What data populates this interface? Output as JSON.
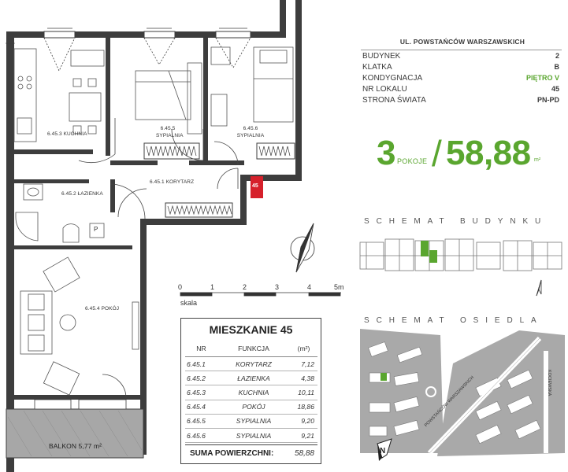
{
  "street": "UL. POWSTAŃCÓW WARSZAWSKICH",
  "info": [
    {
      "label": "BUDYNEK",
      "value": "2",
      "green": false
    },
    {
      "label": "KLATKA",
      "value": "B",
      "green": false
    },
    {
      "label": "KONDYGNACJA",
      "value": "PIĘTRO V",
      "green": true
    },
    {
      "label": "NR LOKALU",
      "value": "45",
      "green": false
    },
    {
      "label": "STRONA ŚWIATA",
      "value": "PN-PD",
      "green": false
    }
  ],
  "summary": {
    "rooms": "3",
    "rooms_label": "POKOJE",
    "slash": "/",
    "area": "58,88",
    "unit": "m²"
  },
  "schemat_budynku": "SCHEMAT BUDYNKU",
  "schemat_osiedla": "SCHEMAT OSIEDLA",
  "map": {
    "street_label": "POWSTAŃCÓW WARSZAWSKICH",
    "side_street_label": "KOCIEWSKA",
    "north": "N"
  },
  "plan": {
    "rooms": {
      "kuchnia": "6.45.3 KUCHNIA",
      "syp5": "6.45.5 SYPIALNIA",
      "syp6": "6.45.6 SYPIALNIA",
      "lazienka": "6.45.2 ŁAZIENKA",
      "korytarz": "6.45.1 KORYTARZ",
      "pokoj": "6.45.4 POKÓJ",
      "balkon": "BALKON 5,77 m²"
    },
    "unit_marker": "45",
    "vent": "P"
  },
  "scale": {
    "ticks": [
      "0",
      "1",
      "2",
      "3",
      "4",
      "5m"
    ],
    "label": "skala"
  },
  "table": {
    "title": "MIESZKANIE 45",
    "headers": [
      "NR",
      "FUNKCJA",
      "(m²)"
    ],
    "rows": [
      [
        "6.45.1",
        "KORYTARZ",
        "7,12"
      ],
      [
        "6.45.2",
        "ŁAZIENKA",
        "4,38"
      ],
      [
        "6.45.3",
        "KUCHNIA",
        "10,11"
      ],
      [
        "6.45.4",
        "POKÓJ",
        "18,86"
      ],
      [
        "6.45.5",
        "SYPIALNIA",
        "9,20"
      ],
      [
        "6.45.6",
        "SYPIALNIA",
        "9,21"
      ]
    ],
    "sum_label": "SUMA POWIERZCHNI:",
    "sum_value": "58,88"
  },
  "colors": {
    "green": "#5aa62f",
    "wall": "#3d3d3d",
    "marker_red": "#d6202b",
    "map_fill": "#a9a9a9"
  }
}
